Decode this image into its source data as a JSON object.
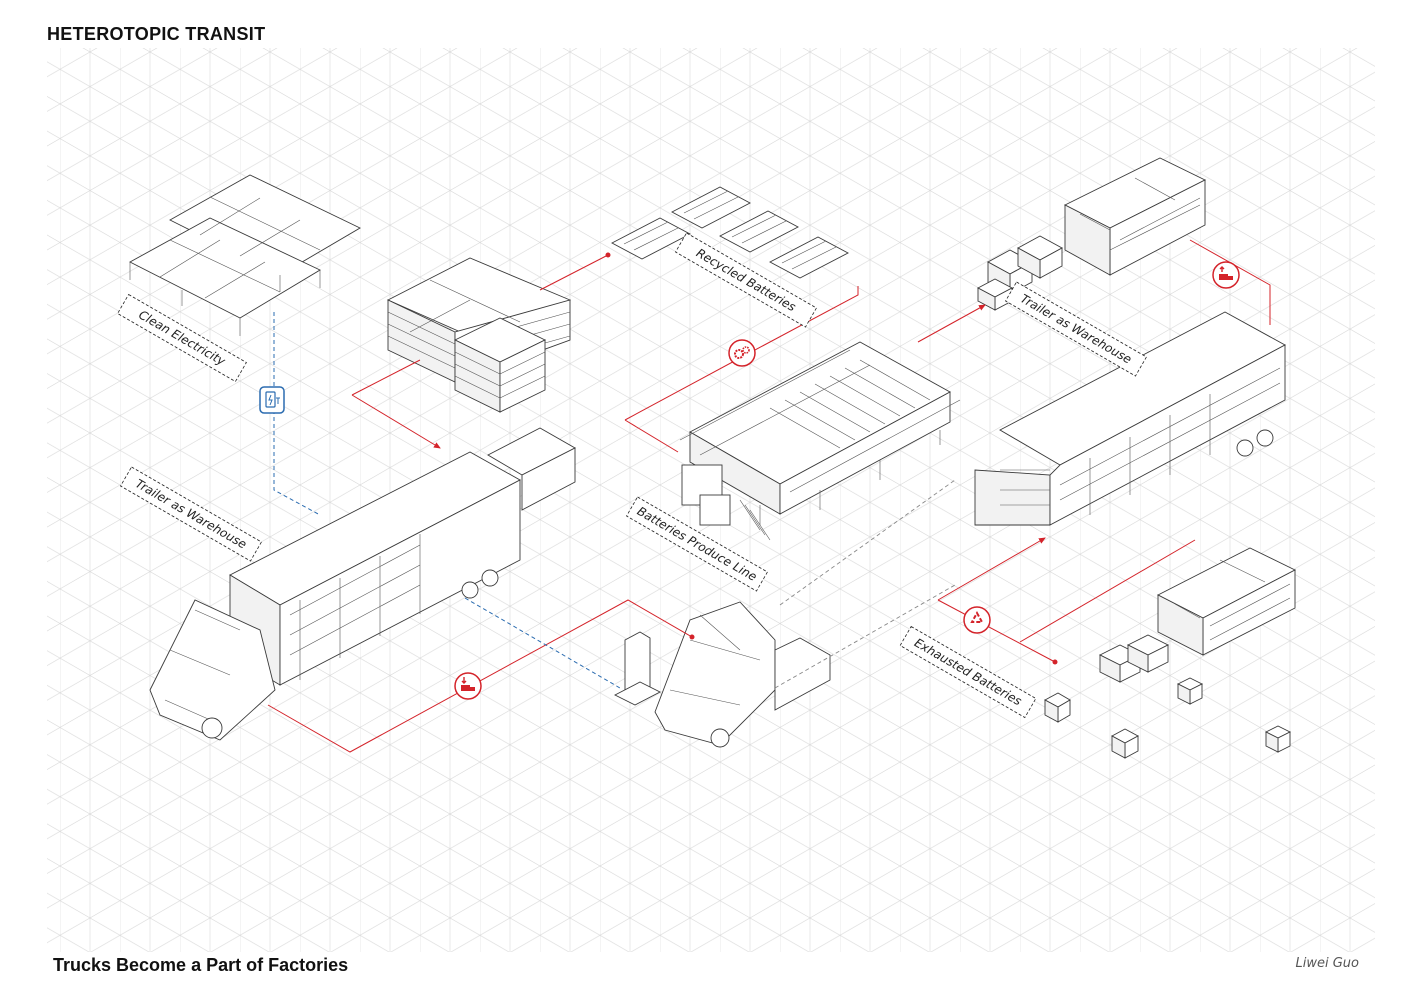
{
  "title": "HETEROTOPIC TRANSIT",
  "caption": "Trucks Become a  Part of Factories",
  "author": "Liwei Guo",
  "labels": {
    "clean_electricity": "Clean Electricity",
    "recycled_batteries": "Recycled Batteries",
    "trailer_warehouse_left": "Trailer as Warehouse",
    "trailer_warehouse_right": "Trailer as Warehouse",
    "batteries_produce_line": "Batteries Produce Line",
    "exhausted_batteries": "Exhausted Batteries"
  },
  "icons": {
    "flow_accent": "#d4232a",
    "charge_accent": "#2b6cb0",
    "items": [
      "gear-icon",
      "truck-load-icon",
      "truck-unload-icon",
      "recycle-icon",
      "phone-charge-icon"
    ]
  }
}
